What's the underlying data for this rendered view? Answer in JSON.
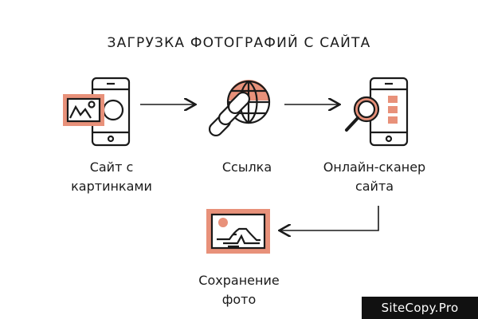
{
  "title": "ЗАГРУЗКА ФОТОГРАФИЙ С САЙТА",
  "steps": [
    {
      "id": "site",
      "label": "Сайт с\nкартинками",
      "icon": "phone-with-image-icon"
    },
    {
      "id": "link",
      "label": "Ссылка",
      "icon": "globe-chain-link-icon"
    },
    {
      "id": "scanner",
      "label": "Онлайн-сканер\nсайта",
      "icon": "phone-magnifier-icon"
    },
    {
      "id": "save",
      "label": "Сохранение\nфото",
      "icon": "framed-photo-icon"
    }
  ],
  "watermark": "SiteCopy.Pro",
  "colors": {
    "accent": "#e8917a",
    "stroke": "#1a1a1a",
    "background": "#ffffff"
  }
}
